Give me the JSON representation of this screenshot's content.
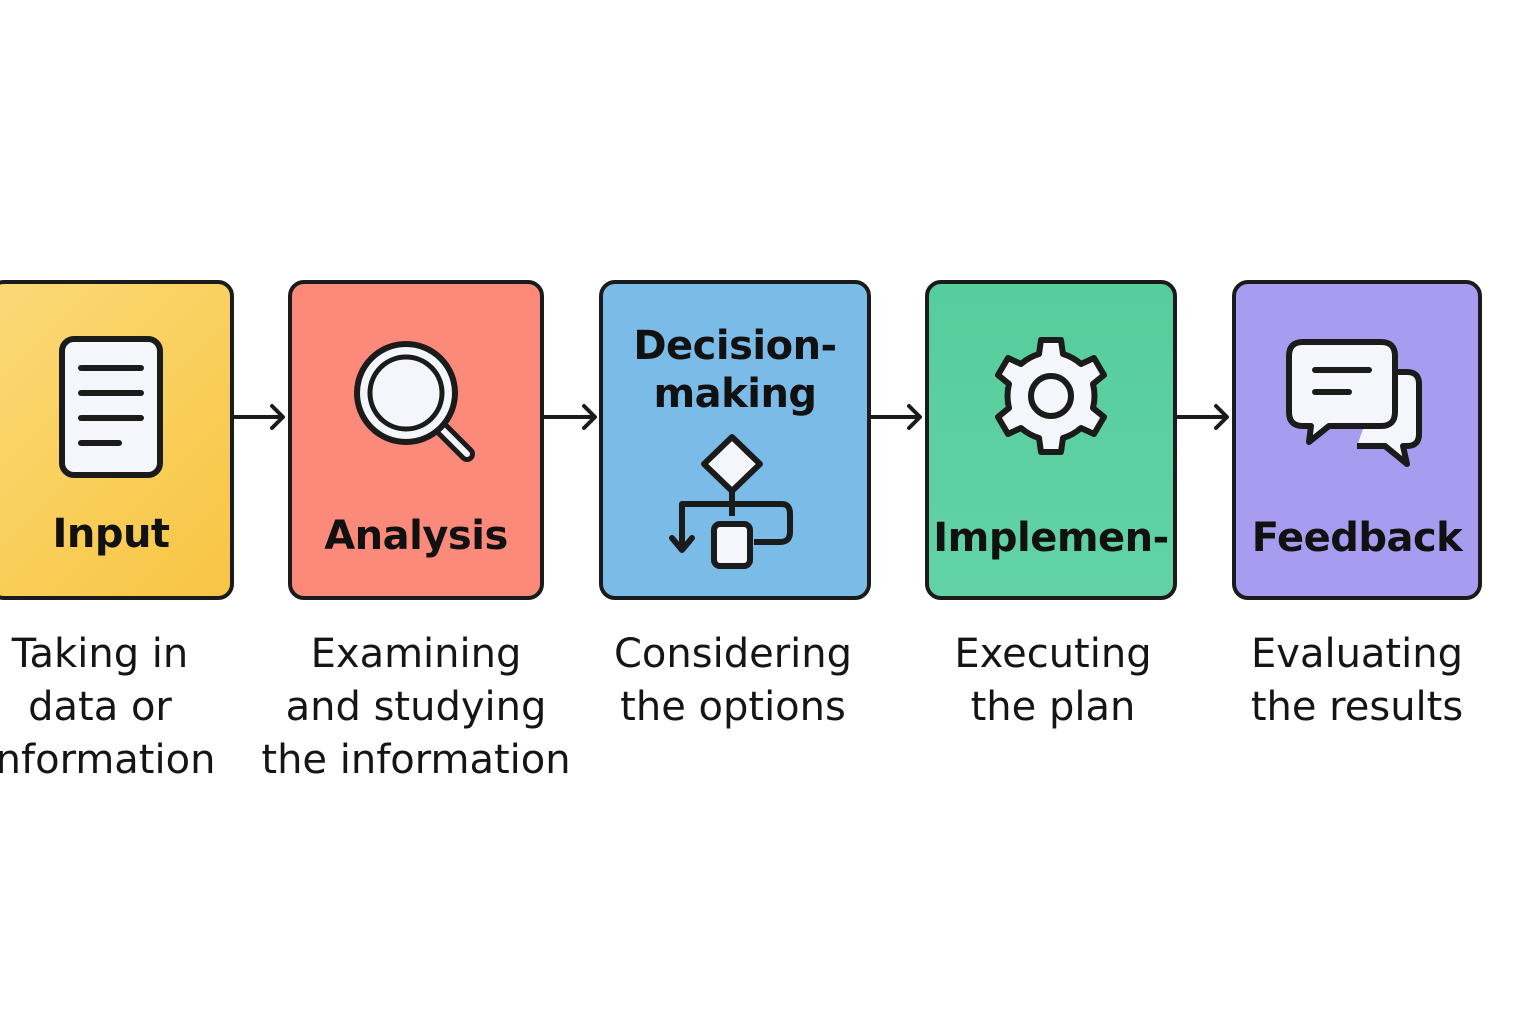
{
  "steps": [
    {
      "label": "Input",
      "description": "Taking in\ndata or\ninformation",
      "color": "#f9cd57",
      "icon": "document-icon"
    },
    {
      "label": "Analysis",
      "description": "Examining\nand studying\nthe information",
      "color": "#fb8a7b",
      "icon": "magnifier-icon"
    },
    {
      "label": "Decision-\nmaking",
      "description": "Considering\nthe options",
      "color": "#7bbbe8",
      "icon": "flowchart-icon"
    },
    {
      "label": "Implemen-",
      "description": "Executing\nthe plan",
      "color": "#5ccf9f",
      "icon": "gear-icon"
    },
    {
      "label": "Feedback",
      "description": "Evaluating\nthe results",
      "color": "#a79cef",
      "icon": "chat-bubbles-icon"
    }
  ]
}
